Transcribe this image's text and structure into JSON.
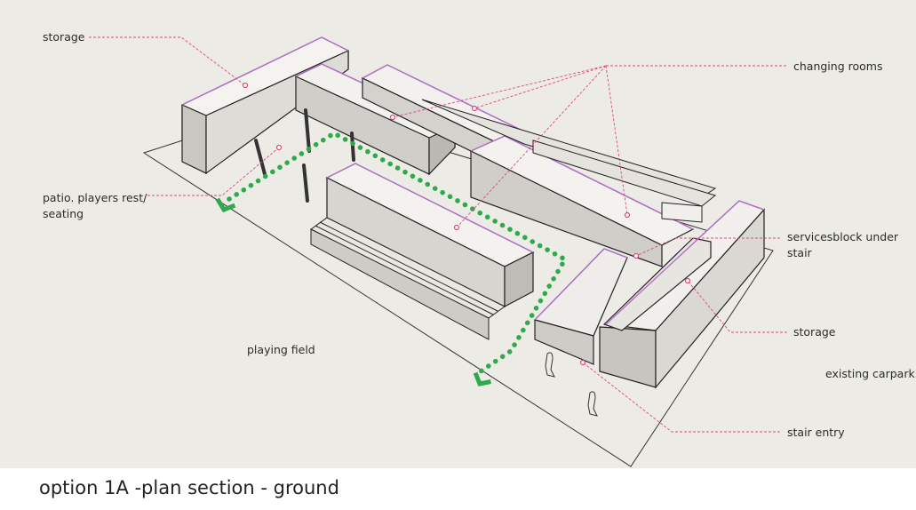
{
  "caption": "option 1A -plan section - ground",
  "labels": {
    "storage_top": "storage",
    "changing_rooms": "changing rooms",
    "patio_line1": "patio. players rest/",
    "patio_line2": "seating",
    "services_line1": "servicesblock under",
    "services_line2": "stair",
    "storage_right": "storage",
    "playing_field": "playing field",
    "existing_carpark": "existing carpark",
    "stair_entry": "stair entry"
  },
  "colors": {
    "background": "#ecebe6",
    "leader_line": "#e2467f",
    "path": "#2eaa4a",
    "wall_edge": "#b56fc9"
  }
}
